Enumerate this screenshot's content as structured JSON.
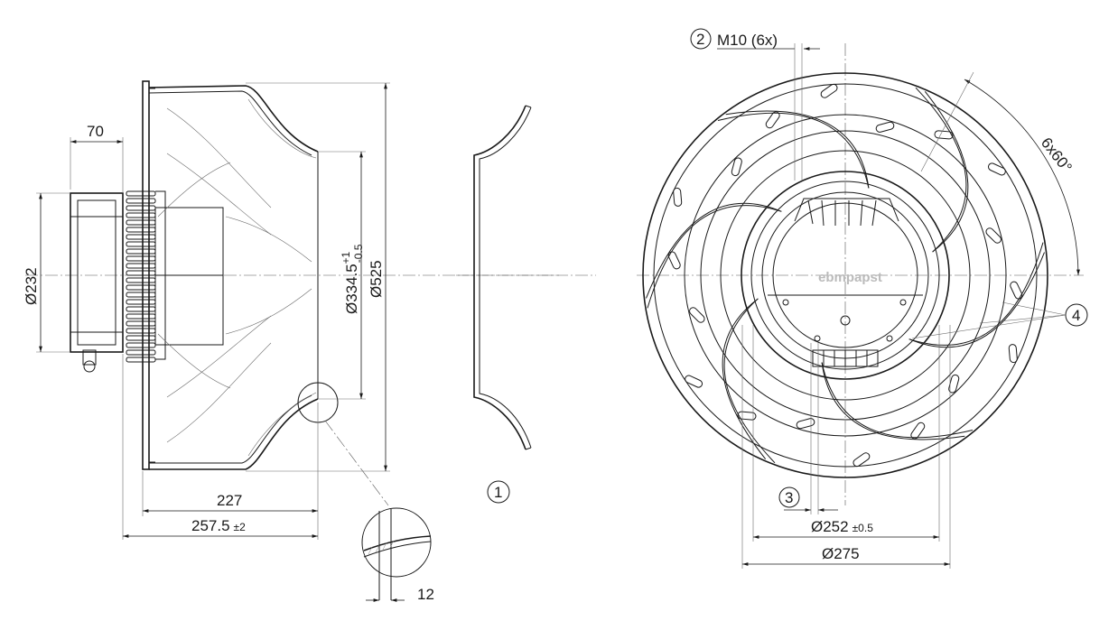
{
  "dimensions": {
    "d70": "70",
    "d232": "Ø232",
    "d334_main": "Ø334.5",
    "d334_tol_plus": "+1",
    "d334_tol_minus": "-0.5",
    "d525": "Ø525",
    "d227": "227",
    "d257_main": "257.5",
    "d257_tol": "±2",
    "d12": "12",
    "m10": "M10 (6x)",
    "angle": "6x60°",
    "d252_main": "Ø252",
    "d252_tol": "±0.5",
    "d275": "Ø275"
  },
  "callouts": {
    "c1": "1",
    "c2": "2",
    "c3": "3",
    "c4": "4"
  },
  "brand": "ebmpapst"
}
